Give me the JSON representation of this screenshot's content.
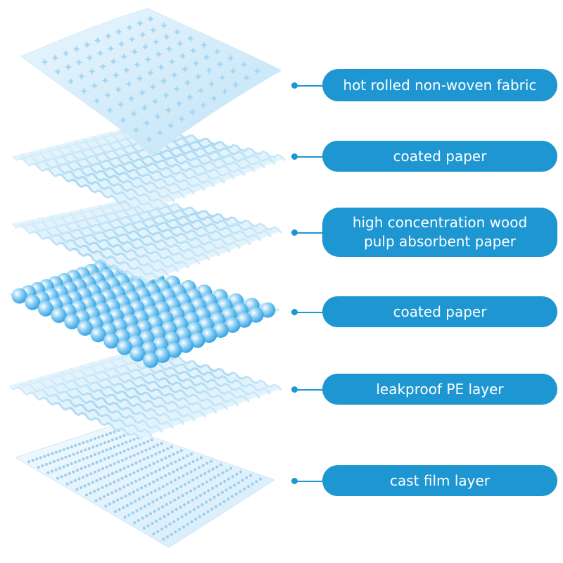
{
  "accent_color": "#1d96d2",
  "layers": [
    {
      "label": "hot rolled non-woven fabric",
      "texture": "dimpled-sheet"
    },
    {
      "label": "coated paper",
      "texture": "wavy-fiber"
    },
    {
      "label": "high concentration wood\npulp absorbent paper",
      "texture": "wavy-fiber"
    },
    {
      "label": "coated paper",
      "texture": "bead-grid"
    },
    {
      "label": "leakproof PE layer",
      "texture": "wavy-fiber"
    },
    {
      "label": "cast film layer",
      "texture": "perforated-film"
    }
  ]
}
